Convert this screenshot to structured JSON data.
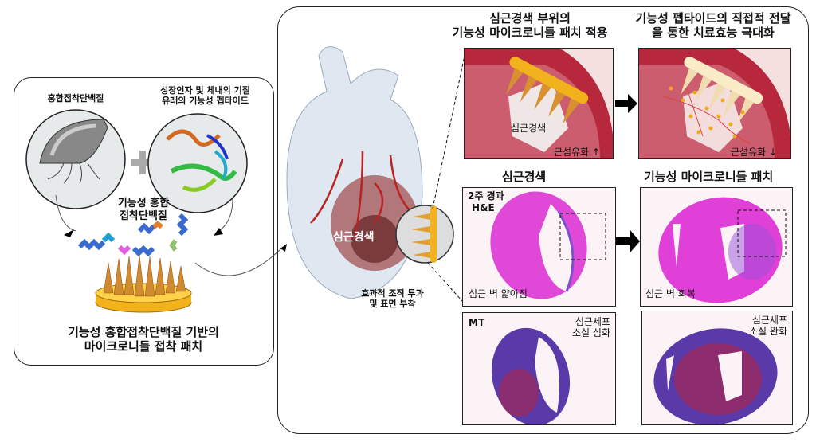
{
  "left_panel": {
    "adhesive_protein_label": "홍합접착단백질",
    "peptide_label_line1": "성장인자 및 체내외 기질",
    "peptide_label_line2": "유래의 기능성 펩타이드",
    "fused_protein_line1": "기능성 홍합",
    "fused_protein_line2": "접착단백질",
    "patch_caption_line1": "기능성 홍합접착단백질 기반의",
    "patch_caption_line2": "마이크로니들 접착 패치"
  },
  "heart": {
    "infarct_label": "심근경색",
    "note_line1": "효과적 조직 투과",
    "note_line2": "및 표면 부착"
  },
  "top_row": {
    "left_title_line1": "심근경색 부위의",
    "left_title_line2": "기능성 마이크로니들 패치 적용",
    "right_title_line1": "기능성 펩타이드의 직접적 전달",
    "right_title_line2": "을 통한 치료효능 극대화",
    "left_panel_infarct": "심근경색",
    "left_panel_fibrosis": "근섬유화 ↑",
    "right_panel_fibrosis": "근섬유화 ↓"
  },
  "histology": {
    "col_left_title": "심근경색",
    "col_right_title": "기능성 마이크로니들 패치",
    "he_timepoint": "2주 경과",
    "he_stain": "H&E",
    "he_left_note": "심근 벽 얇아짐",
    "he_right_note": "심근 벽 회복",
    "mt_stain": "MT",
    "mt_left_note_line1": "심근세포",
    "mt_left_note_line2": "소실 심화",
    "mt_right_note_line1": "심근세포",
    "mt_right_note_line2": "소실 완화"
  },
  "colors": {
    "patch_gold": "#f2b21c",
    "tissue_red": "#b8283c",
    "he_pink": "#e04ad8",
    "mt_purple": "#5a3aa8"
  }
}
